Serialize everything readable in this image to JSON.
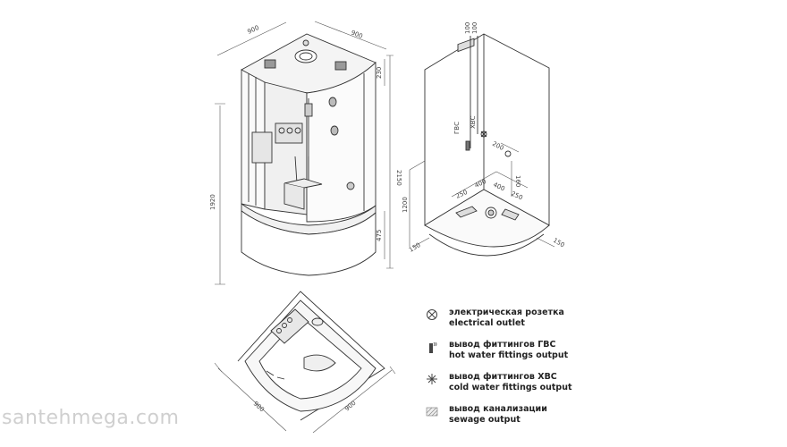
{
  "front_view": {
    "dims": {
      "top_left": "900",
      "top_right": "900",
      "height_total": "2150",
      "cabin_height": "1920",
      "roof": "230",
      "tray_height": "475"
    }
  },
  "side_view": {
    "dims": {
      "top_a": "100",
      "top_b": "100",
      "d200": "200",
      "d160": "160",
      "d250_left": "250",
      "d400_left": "400",
      "d400_right": "400",
      "d250_right": "250",
      "d1200": "1200",
      "d150_left": "150",
      "d150_right": "150"
    },
    "markers": {
      "hot": "ГВС",
      "cold": "ХВС"
    }
  },
  "plan_view": {
    "dims": {
      "left": "900",
      "right": "900"
    }
  },
  "legend": [
    {
      "icon": "electrical-outlet-icon",
      "ru": "электрическая розетка",
      "en": "electrical outlet"
    },
    {
      "icon": "hot-water-icon",
      "ru": "вывод фиттингов ГВС",
      "en": "hot water fittings output"
    },
    {
      "icon": "cold-water-icon",
      "ru": "вывод фиттингов ХВС",
      "en": "cold water fittings output"
    },
    {
      "icon": "sewage-icon",
      "ru": "вывод канализации",
      "en": "sewage output"
    }
  ],
  "watermark": "santehmega.com"
}
